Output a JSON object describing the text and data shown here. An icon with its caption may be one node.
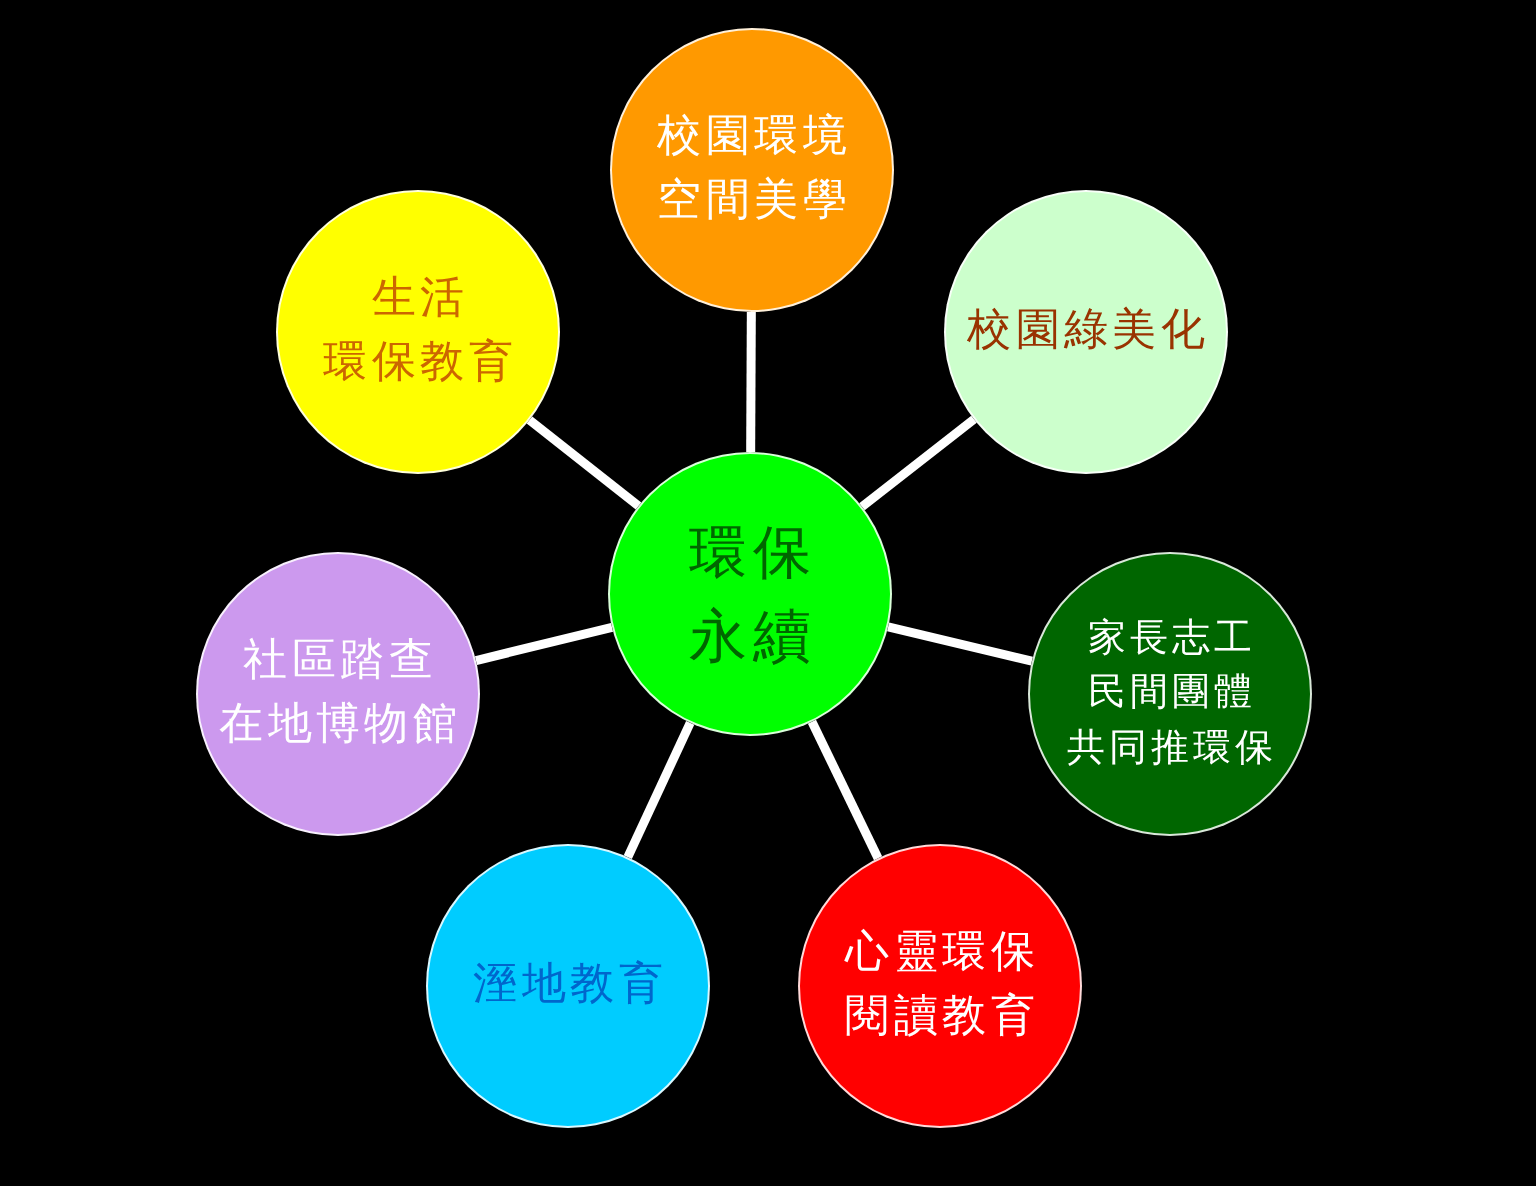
{
  "diagram": {
    "nodes": [
      {
        "text": [
          "校園環境空間美學"
        ]
      },
      {
        "text": [
          "生活環保教育"
        ]
      },
      {
        "text": [
          "校園綠美化"
        ]
      },
      {
        "text": [
          "環保永續"
        ]
      },
      {
        "text": [
          "社區踏查在地博物館"
        ]
      },
      {
        "text": [
          "家長志工民間團體共同推環保"
        ]
      },
      {
        "text": [
          "溼地教育"
        ]
      },
      {
        "text": [
          "心靈環保閱讀教育"
        ]
      }
    ],
    "edges": [
      {
        "from": 3,
        "to": 0,
        "arrow": "none"
      },
      {
        "from": 3,
        "to": 1,
        "arrow": "none"
      },
      {
        "from": 3,
        "to": 2,
        "arrow": "none"
      },
      {
        "from": 3,
        "to": 4,
        "arrow": "none"
      },
      {
        "from": 3,
        "to": 5,
        "arrow": "none"
      },
      {
        "from": 3,
        "to": 6,
        "arrow": "none"
      },
      {
        "from": 3,
        "to": 7,
        "arrow": "none"
      }
    ]
  }
}
